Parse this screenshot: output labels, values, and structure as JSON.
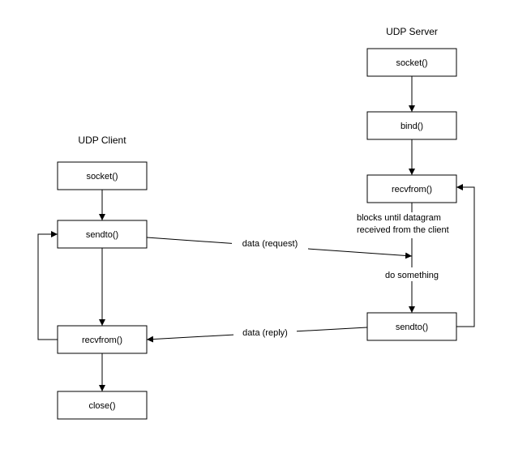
{
  "server": {
    "title": "UDP Server",
    "steps": {
      "socket": "socket()",
      "bind": "bind()",
      "recvfrom": "recvfrom()",
      "sendto": "sendto()"
    },
    "notes": {
      "blocks_line1": "blocks until datagram",
      "blocks_line2": "received from the client",
      "do_something": "do something"
    }
  },
  "client": {
    "title": "UDP Client",
    "steps": {
      "socket": "socket()",
      "sendto": "sendto()",
      "recvfrom": "recvfrom()",
      "close": "close()"
    }
  },
  "messages": {
    "request": "data (request)",
    "reply": "data (reply)"
  }
}
